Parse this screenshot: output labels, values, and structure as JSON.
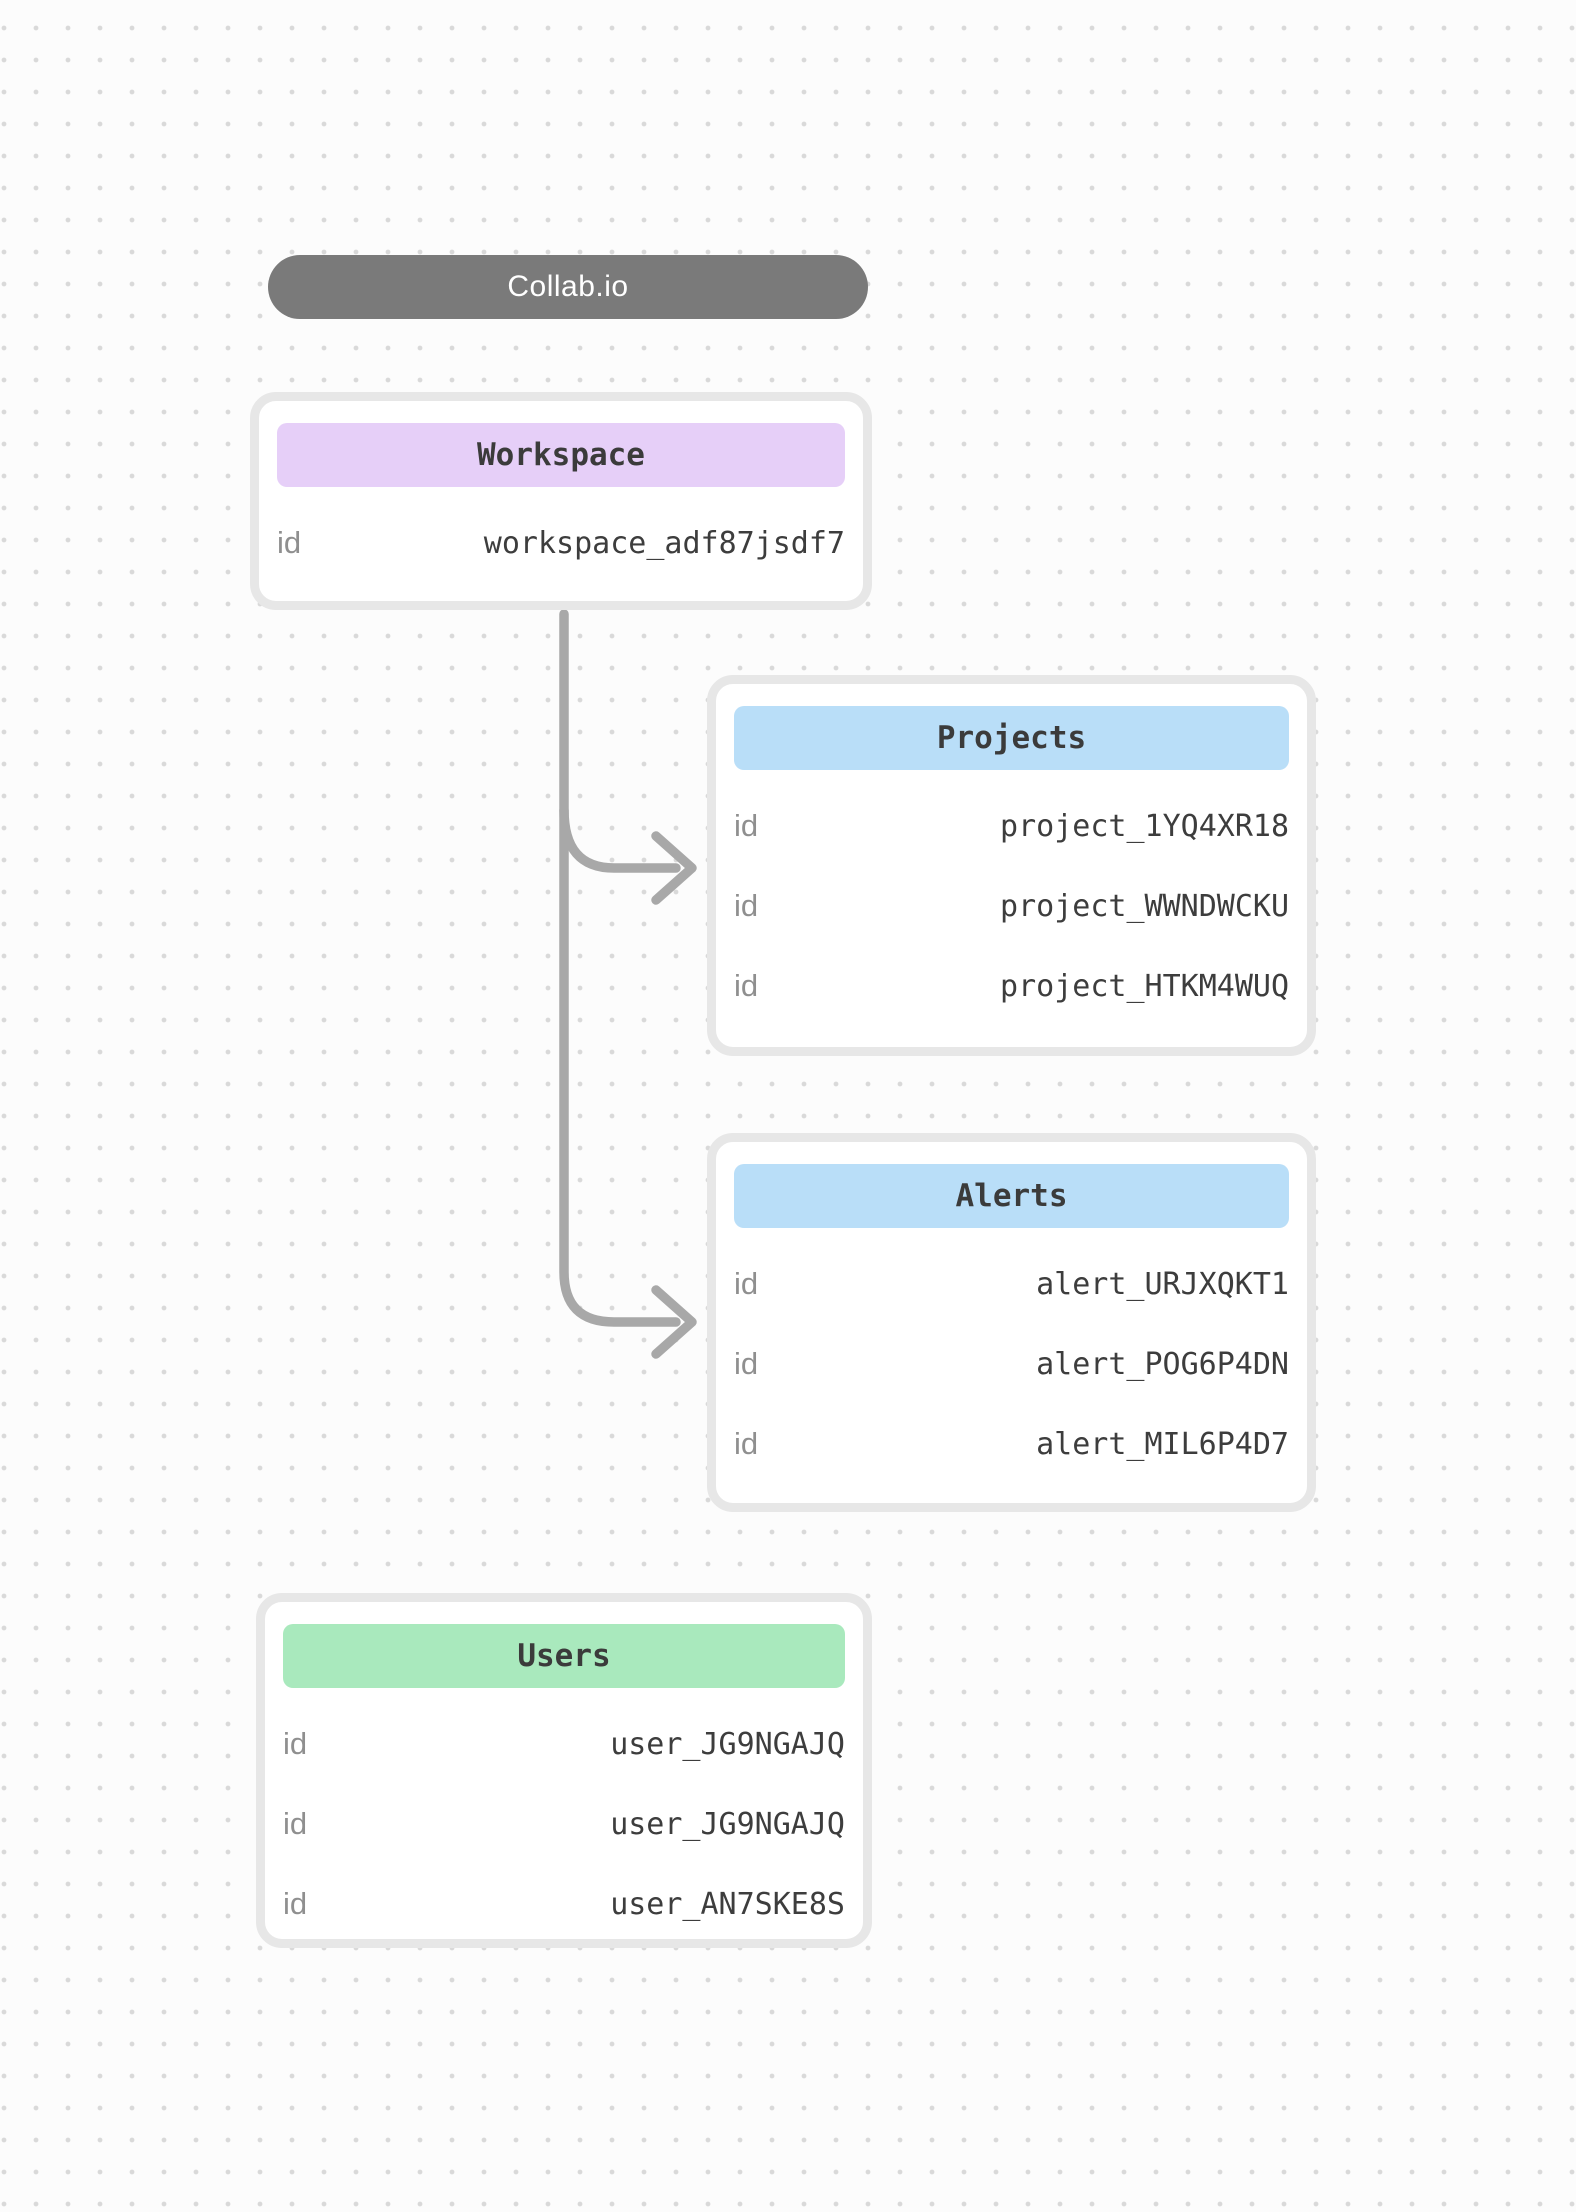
{
  "app": {
    "title": "Collab.io"
  },
  "colors": {
    "pill_bg": "#7a7a7a",
    "pill_text": "#ffffff",
    "workspace_header": "#e6cff8",
    "projects_header": "#b9def8",
    "alerts_header": "#b9def8",
    "users_header": "#a9e9bd",
    "connector": "#a8a8a8",
    "card_border": "#e7e7e7",
    "card_bg": "#ffffff",
    "label_text": "#8f8f8f",
    "value_text": "#3d3d3d",
    "canvas_bg": "#fcfcfc",
    "dot": "#d9d9d9"
  },
  "diagram": {
    "nodes": [
      {
        "title": "Workspace",
        "rows": [
          {
            "label": "id",
            "value": "workspace_adf87jsdf7"
          }
        ]
      },
      {
        "title": "Projects",
        "rows": [
          {
            "label": "id",
            "value": "project_1YQ4XR18"
          },
          {
            "label": "id",
            "value": "project_WWNDWCKU"
          },
          {
            "label": "id",
            "value": "project_HTKM4WUQ"
          }
        ]
      },
      {
        "title": "Alerts",
        "rows": [
          {
            "label": "id",
            "value": "alert_URJXQKT1"
          },
          {
            "label": "id",
            "value": "alert_POG6P4DN"
          },
          {
            "label": "id",
            "value": "alert_MIL6P4D7"
          }
        ]
      },
      {
        "title": "Users",
        "rows": [
          {
            "label": "id",
            "value": "user_JG9NGAJQ"
          },
          {
            "label": "id",
            "value": "user_JG9NGAJQ"
          },
          {
            "label": "id",
            "value": "user_AN7SKE8S"
          }
        ]
      }
    ],
    "connections": [
      {
        "from": "Workspace",
        "to": "Projects"
      },
      {
        "from": "Workspace",
        "to": "Alerts"
      }
    ]
  }
}
